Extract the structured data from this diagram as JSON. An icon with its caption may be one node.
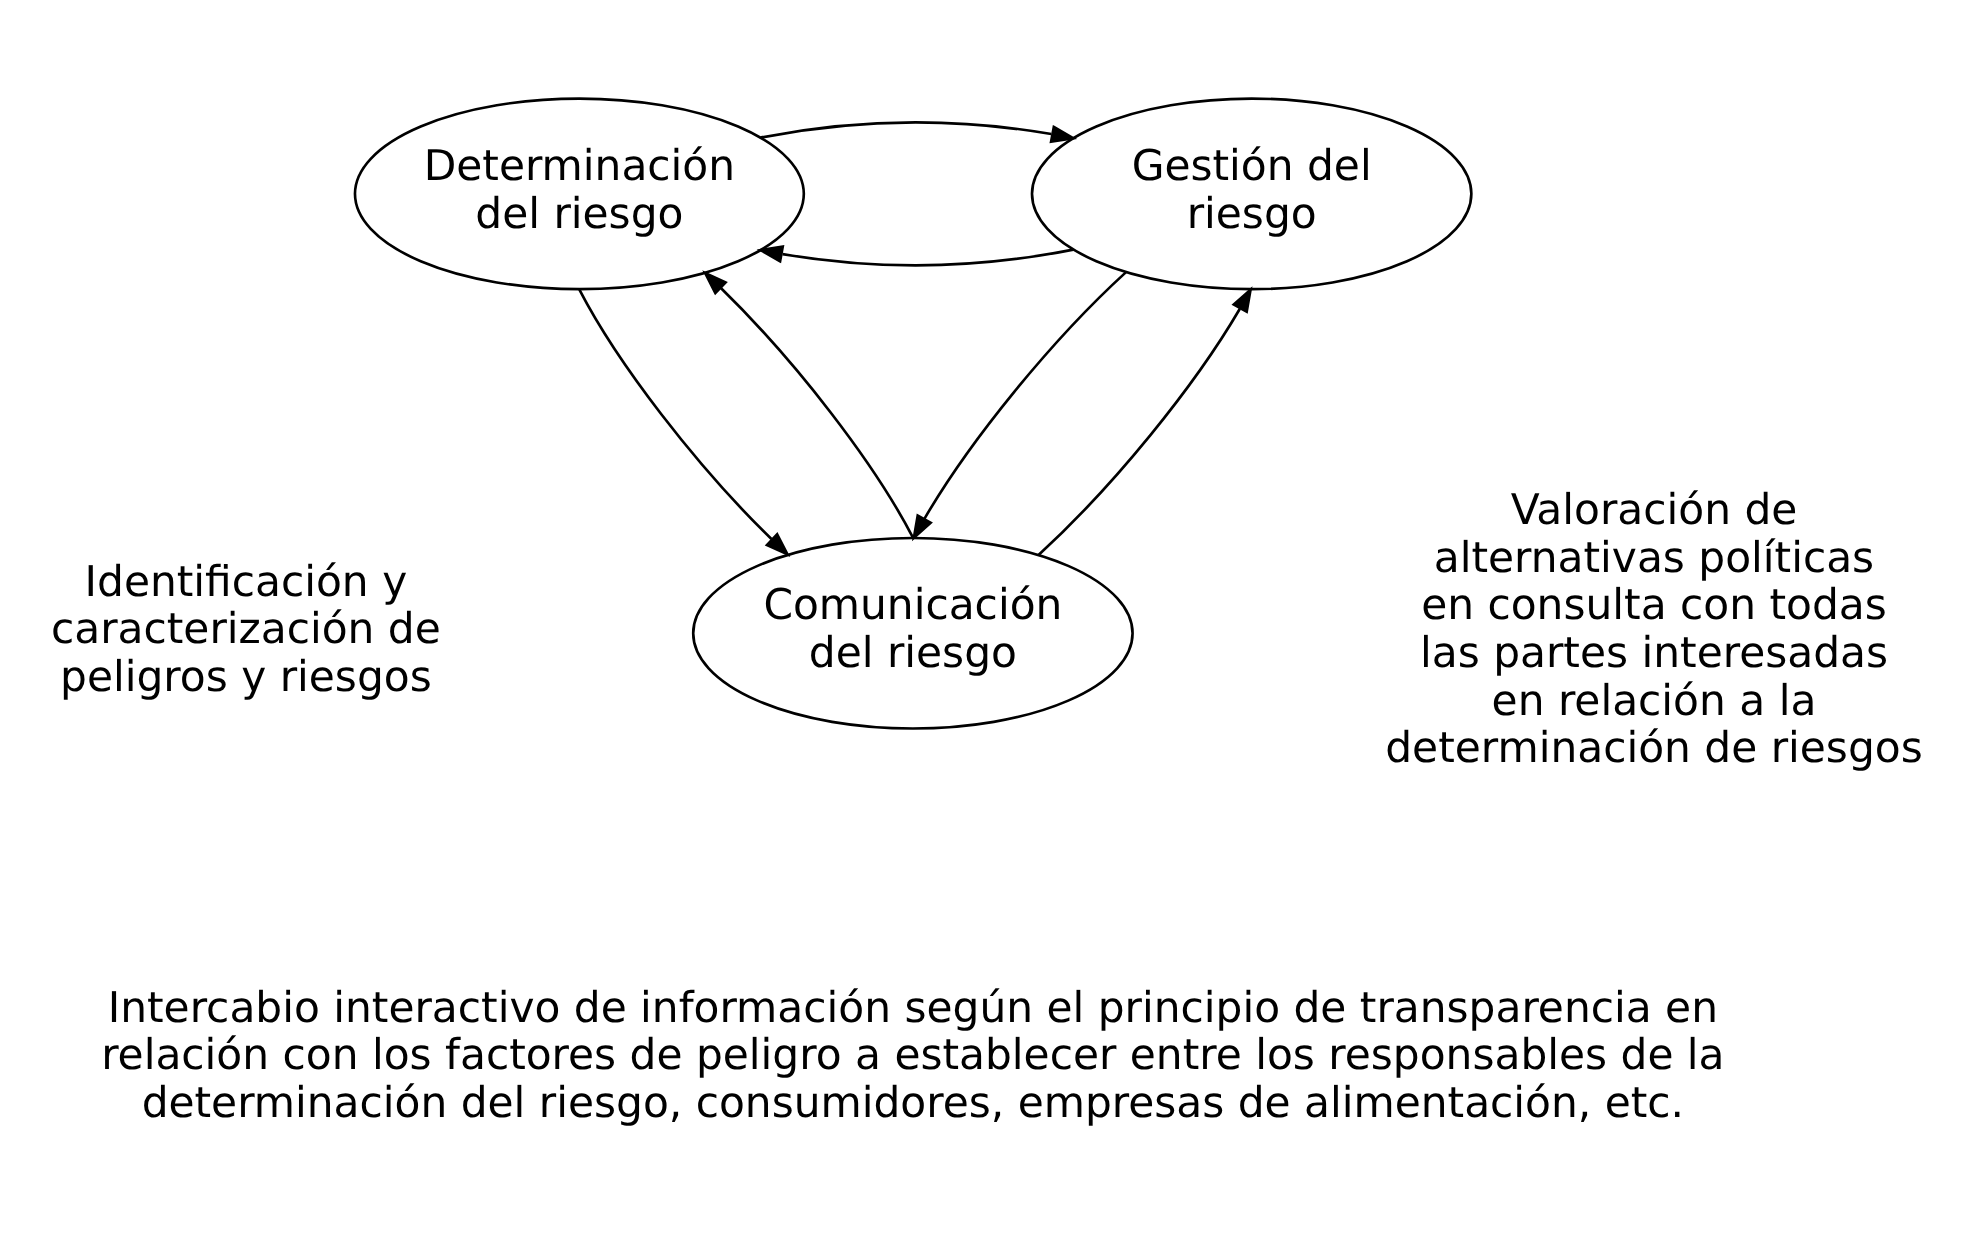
{
  "diagram": {
    "nodes": [
      {
        "text": [
          "Determinación del riesgo"
        ]
      },
      {
        "text": [
          "Gestión del riesgo"
        ]
      },
      {
        "text": [
          "Comunicación del riesgo"
        ]
      }
    ],
    "edges": [
      {
        "from": 1,
        "to": 0,
        "arrow": "to"
      },
      {
        "from": 0,
        "to": 1,
        "arrow": "to"
      },
      {
        "from": 0,
        "to": 2,
        "arrow": "to"
      },
      {
        "from": 2,
        "to": 0,
        "arrow": "to"
      },
      {
        "from": 1,
        "to": 2,
        "arrow": "to"
      },
      {
        "from": 2,
        "to": 1,
        "arrow": "to"
      }
    ],
    "labels": [
      "Identificación y caracterización de peligros y riesgos",
      "Valoración de alternativas políticas en consulta con todas las partes interesadas en relación a la determinación de riesgos",
      "Intercabio interactivo de información según el principio de transparencia en relación con los factores de peligro a establecer entre los responsables de la determinación del riesgo, consumidores, empresas de alimentación, etc."
    ]
  }
}
